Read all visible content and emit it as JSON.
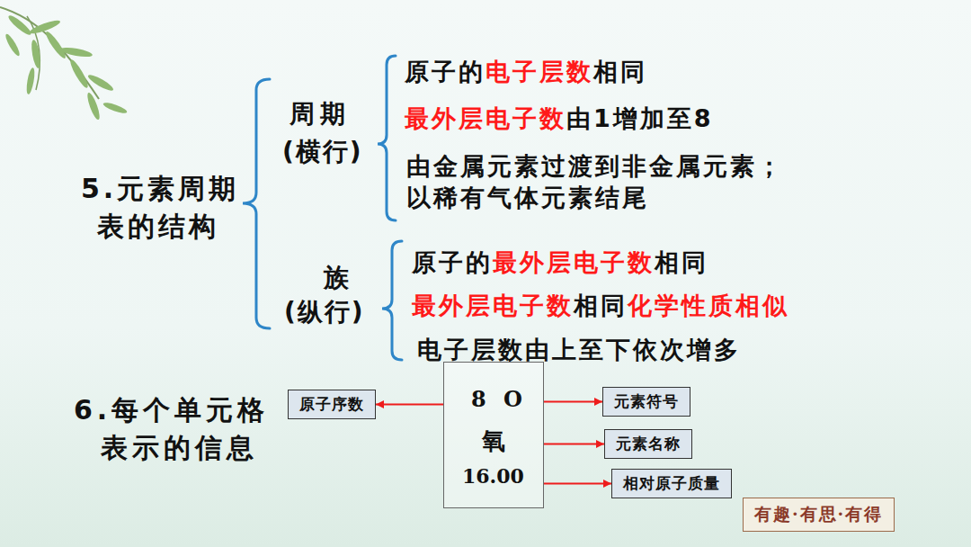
{
  "diagram": {
    "nodes": [
      {
        "text": [
          "原子序数"
        ]
      },
      {
        "text": [
          "8",
          "O",
          "氧",
          "16.00"
        ]
      },
      {
        "text": [
          "元素符号"
        ]
      },
      {
        "text": [
          "元素名称"
        ]
      },
      {
        "text": [
          "相对原子质量"
        ]
      },
      {
        "text": [
          "有趣·有思·有得"
        ]
      }
    ],
    "edges": [
      {
        "from": 1,
        "to": 0,
        "arrow": "to"
      },
      {
        "from": 1,
        "to": 2,
        "arrow": "to"
      },
      {
        "from": 1,
        "to": 3,
        "arrow": "to"
      },
      {
        "from": 1,
        "to": 4,
        "arrow": "to"
      }
    ],
    "labels": [
      "5.元素周期",
      "表的结构",
      "周期",
      "(横行)",
      "原子的",
      "电子层数",
      "相同",
      "最外层电子数",
      "由1增加至8",
      "由金属元素过渡到非金属元素；",
      "以稀有气体元素结尾",
      "族",
      "(纵行)",
      "原子的",
      "最外层电子数",
      "相同",
      "最外层电子数",
      "相同",
      "化学性质相似",
      "电子层数由上至下依次增多",
      "6.每个单元格",
      "表示的信息"
    ]
  }
}
